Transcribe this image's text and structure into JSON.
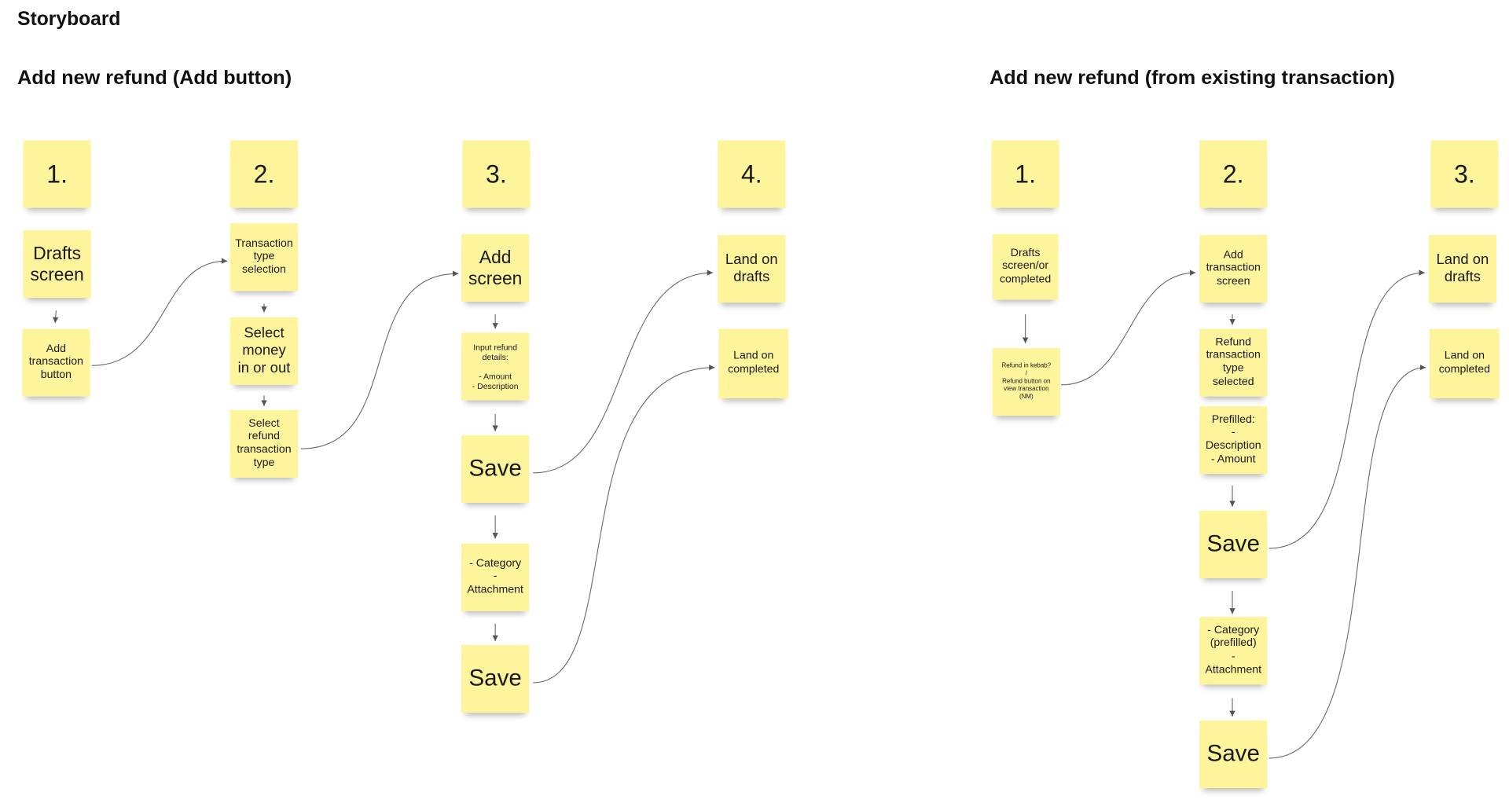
{
  "title": "Storyboard",
  "left_flow": {
    "title": "Add new refund (Add button)",
    "step1": {
      "number": "1.",
      "drafts": "Drafts\nscreen",
      "add_btn": "Add\ntransaction\nbutton"
    },
    "step2": {
      "number": "2.",
      "type_sel": "Transaction\ntype\nselection",
      "money": "Select\nmoney\nin or out",
      "refund_type": "Select\nrefund\ntransaction\ntype"
    },
    "step3": {
      "number": "3.",
      "add_screen": "Add\nscreen",
      "input": "Input refund\ndetails:\n\n- Amount\n- Description",
      "save1": "Save",
      "category": "- Category\n-\nAttachment",
      "save2": "Save"
    },
    "step4": {
      "number": "4.",
      "drafts": "Land on\ndrafts",
      "completed": "Land on\ncompleted"
    }
  },
  "right_flow": {
    "title": "Add new refund (from existing transaction)",
    "step1": {
      "number": "1.",
      "drafts": "Drafts\nscreen/or\ncompleted",
      "refund": "Refund in kebab?\n/\nRefund button on\nview transaction\n(NM)"
    },
    "step2": {
      "number": "2.",
      "add_screen": "Add\ntransaction\nscreen",
      "refund_type": "Refund\ntransaction\ntype\nselected",
      "prefilled": "Prefilled:\n-\nDescription\n- Amount",
      "save1": "Save",
      "category": "- Category\n(prefilled)\n-\nAttachment",
      "save2": "Save"
    },
    "step3": {
      "number": "3.",
      "drafts": "Land on\ndrafts",
      "completed": "Land on\ncompleted"
    }
  },
  "colors": {
    "sticky": "#fdf49c",
    "connector": "#666666"
  }
}
